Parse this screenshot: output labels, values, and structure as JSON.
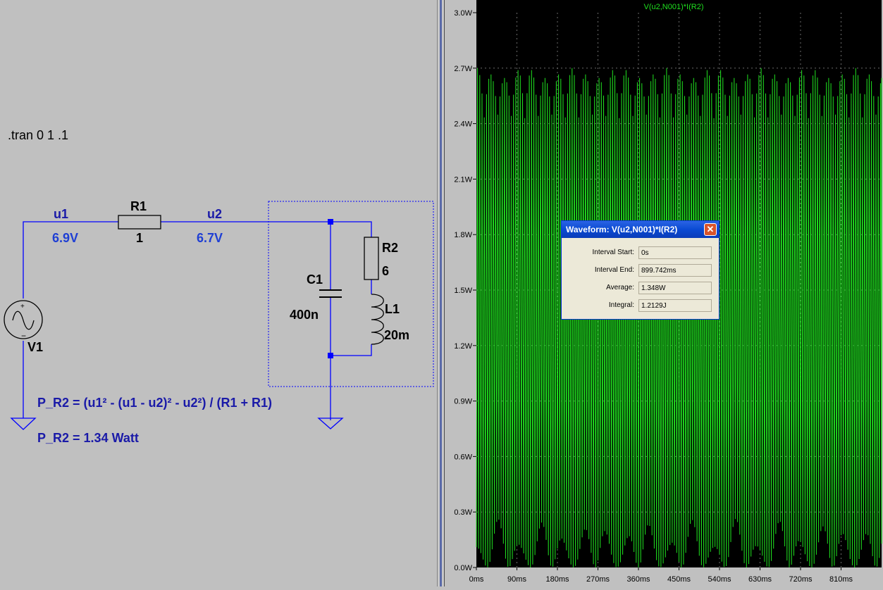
{
  "schematic": {
    "directive": ".tran 0 1 .1",
    "nodes": [
      {
        "name": "u1",
        "voltage": "6.9V"
      },
      {
        "name": "u2",
        "voltage": "6.7V"
      }
    ],
    "components": {
      "r1": {
        "ref": "R1",
        "value": "1"
      },
      "r2": {
        "ref": "R2",
        "value": "6"
      },
      "c1": {
        "ref": "C1",
        "value": "400n"
      },
      "l1": {
        "ref": "L1",
        "value": "20m"
      },
      "v1": {
        "ref": "V1"
      }
    },
    "formula": "P_R2 = (u1² - (u1 - u2)² - u2²) / (R1 + R1)",
    "result": "P_R2 = 1.34 Watt",
    "colors": {
      "wire": "#0000ff",
      "label": "#1a1aa8",
      "node_voltage": "#1f3fd4",
      "background": "#c0c0c0"
    }
  },
  "plot": {
    "trace_title": "V(u2,N001)*I(R2)",
    "y_ticks": [
      "3.0W",
      "2.7W",
      "2.4W",
      "2.1W",
      "1.8W",
      "1.5W",
      "1.2W",
      "0.9W",
      "0.6W",
      "0.3W",
      "0.0W"
    ],
    "x_ticks": [
      "0ms",
      "90ms",
      "180ms",
      "270ms",
      "360ms",
      "450ms",
      "540ms",
      "630ms",
      "720ms",
      "810ms"
    ],
    "colors": {
      "trace": "#1fe01f",
      "background": "#000000",
      "axis_text": "#000000"
    }
  },
  "chart_data": {
    "type": "line",
    "title": "V(u2,N001)*I(R2)",
    "xlabel": "",
    "ylabel": "",
    "x_unit": "ms",
    "y_unit": "W",
    "xlim": [
      0,
      900
    ],
    "ylim": [
      0,
      3.0
    ],
    "grid": true,
    "series": [
      {
        "name": "V(u2,N001)*I(R2)",
        "period_ms": 10,
        "min": 0.0,
        "max": 2.7,
        "average": 1.348
      }
    ]
  },
  "dialog": {
    "title": "Waveform: V(u2,N001)*I(R2)",
    "close_icon": "close-icon",
    "fields": [
      {
        "label": "Interval Start:",
        "value": "0s"
      },
      {
        "label": "Interval End:",
        "value": "899.742ms"
      },
      {
        "label": "Average:",
        "value": "1.348W"
      },
      {
        "label": "Integral:",
        "value": "1.2129J"
      }
    ]
  }
}
